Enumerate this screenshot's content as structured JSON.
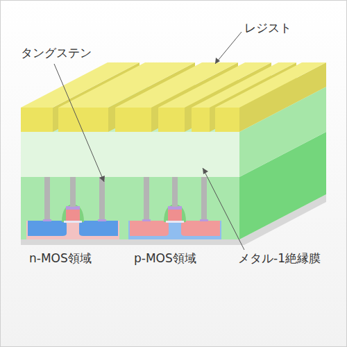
{
  "diagram": {
    "labels": [
      "レジスト",
      "タングステン",
      "メタル-1絶縁膜",
      "n-MOS領域",
      "p-MOS領域"
    ]
  }
}
